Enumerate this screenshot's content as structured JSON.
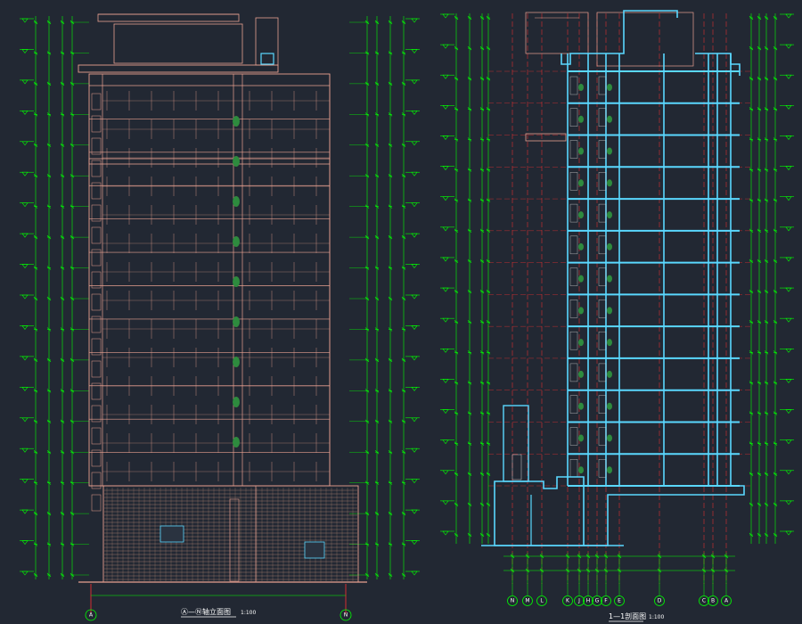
{
  "colors": {
    "background": "#222833",
    "dimension": "#00ff00",
    "facade": "#e8a090",
    "axis_red": "#ff3030",
    "section_cyan": "#5ad8ff",
    "text": "#ffffff",
    "tree": "#2e8b3e"
  },
  "elevation_view": {
    "title": "Ⓐ—Ⓝ轴立面图",
    "scale": "1:100",
    "left_axis_label": "A",
    "right_axis_label": "N",
    "floor_count": 15
  },
  "section_view": {
    "title": "1—1剖面图",
    "scale": "1:100",
    "axis_labels": [
      "N",
      "M",
      "L",
      "K",
      "J",
      "H",
      "G",
      "F",
      "E",
      "D",
      "C",
      "B",
      "A"
    ],
    "floor_count": 13
  }
}
